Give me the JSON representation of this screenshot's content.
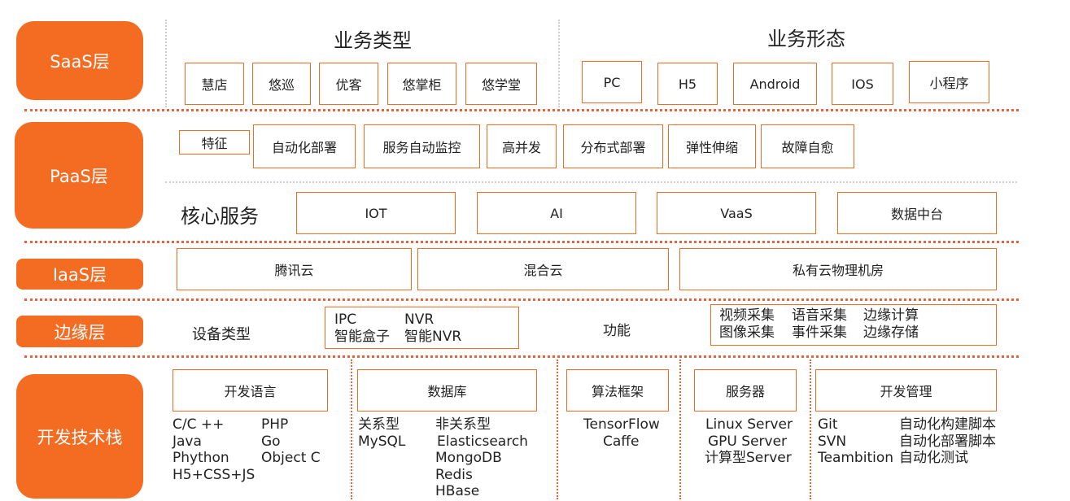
{
  "layers": {
    "saas": "SaaS层",
    "paas": "PaaS层",
    "iaas": "IaaS层",
    "edge": "边缘层",
    "dev": "开发技术栈"
  },
  "saas": {
    "business_types_title": "业务类型",
    "business_types": [
      "慧店",
      "悠巡",
      "优客",
      "悠掌柜",
      "悠学堂"
    ],
    "business_forms_title": "业务形态",
    "business_forms": [
      "PC",
      "H5",
      "Android",
      "IOS",
      "小程序"
    ]
  },
  "paas": {
    "features_label": "特征",
    "features": [
      "自动化部署",
      "服务自动监控",
      "高并发",
      "分布式部署",
      "弹性伸缩",
      "故障自愈"
    ],
    "core_label": "核心服务",
    "core_services": [
      "IOT",
      "AI",
      "VaaS",
      "数据中台"
    ]
  },
  "iaas": {
    "items": [
      "腾讯云",
      "混合云",
      "私有云物理机房"
    ]
  },
  "edge": {
    "device_label": "设备类型",
    "devices": [
      "IPC",
      "NVR",
      "智能盒子",
      "智能NVR"
    ],
    "function_label": "功能",
    "functions": [
      "视频采集",
      "语音采集",
      "边缘计算",
      "图像采集",
      "事件采集",
      "边缘存储"
    ]
  },
  "dev": {
    "languages": {
      "title": "开发语言",
      "col1": [
        "C/C ++",
        "Java",
        "Phython",
        "H5+CSS+JS"
      ],
      "col2": [
        "PHP",
        "Go",
        "Object C"
      ]
    },
    "database": {
      "title": "数据库",
      "col1": [
        "关系型",
        "MySQL"
      ],
      "col2": [
        "非关系型",
        "Elasticsearch",
        "MongoDB",
        "Redis",
        "HBase"
      ]
    },
    "algorithm": {
      "title": "算法框架",
      "items": [
        "TensorFlow",
        "Caffe"
      ]
    },
    "server": {
      "title": "服务器",
      "items": [
        "Linux Server",
        "GPU Server",
        "计算型Server"
      ]
    },
    "devmgmt": {
      "title": "开发管理",
      "col1": [
        "Git",
        "SVN",
        "Teambition"
      ],
      "col2": [
        "自动化构建脚本",
        "自动化部署脚本",
        "自动化测试"
      ]
    }
  }
}
